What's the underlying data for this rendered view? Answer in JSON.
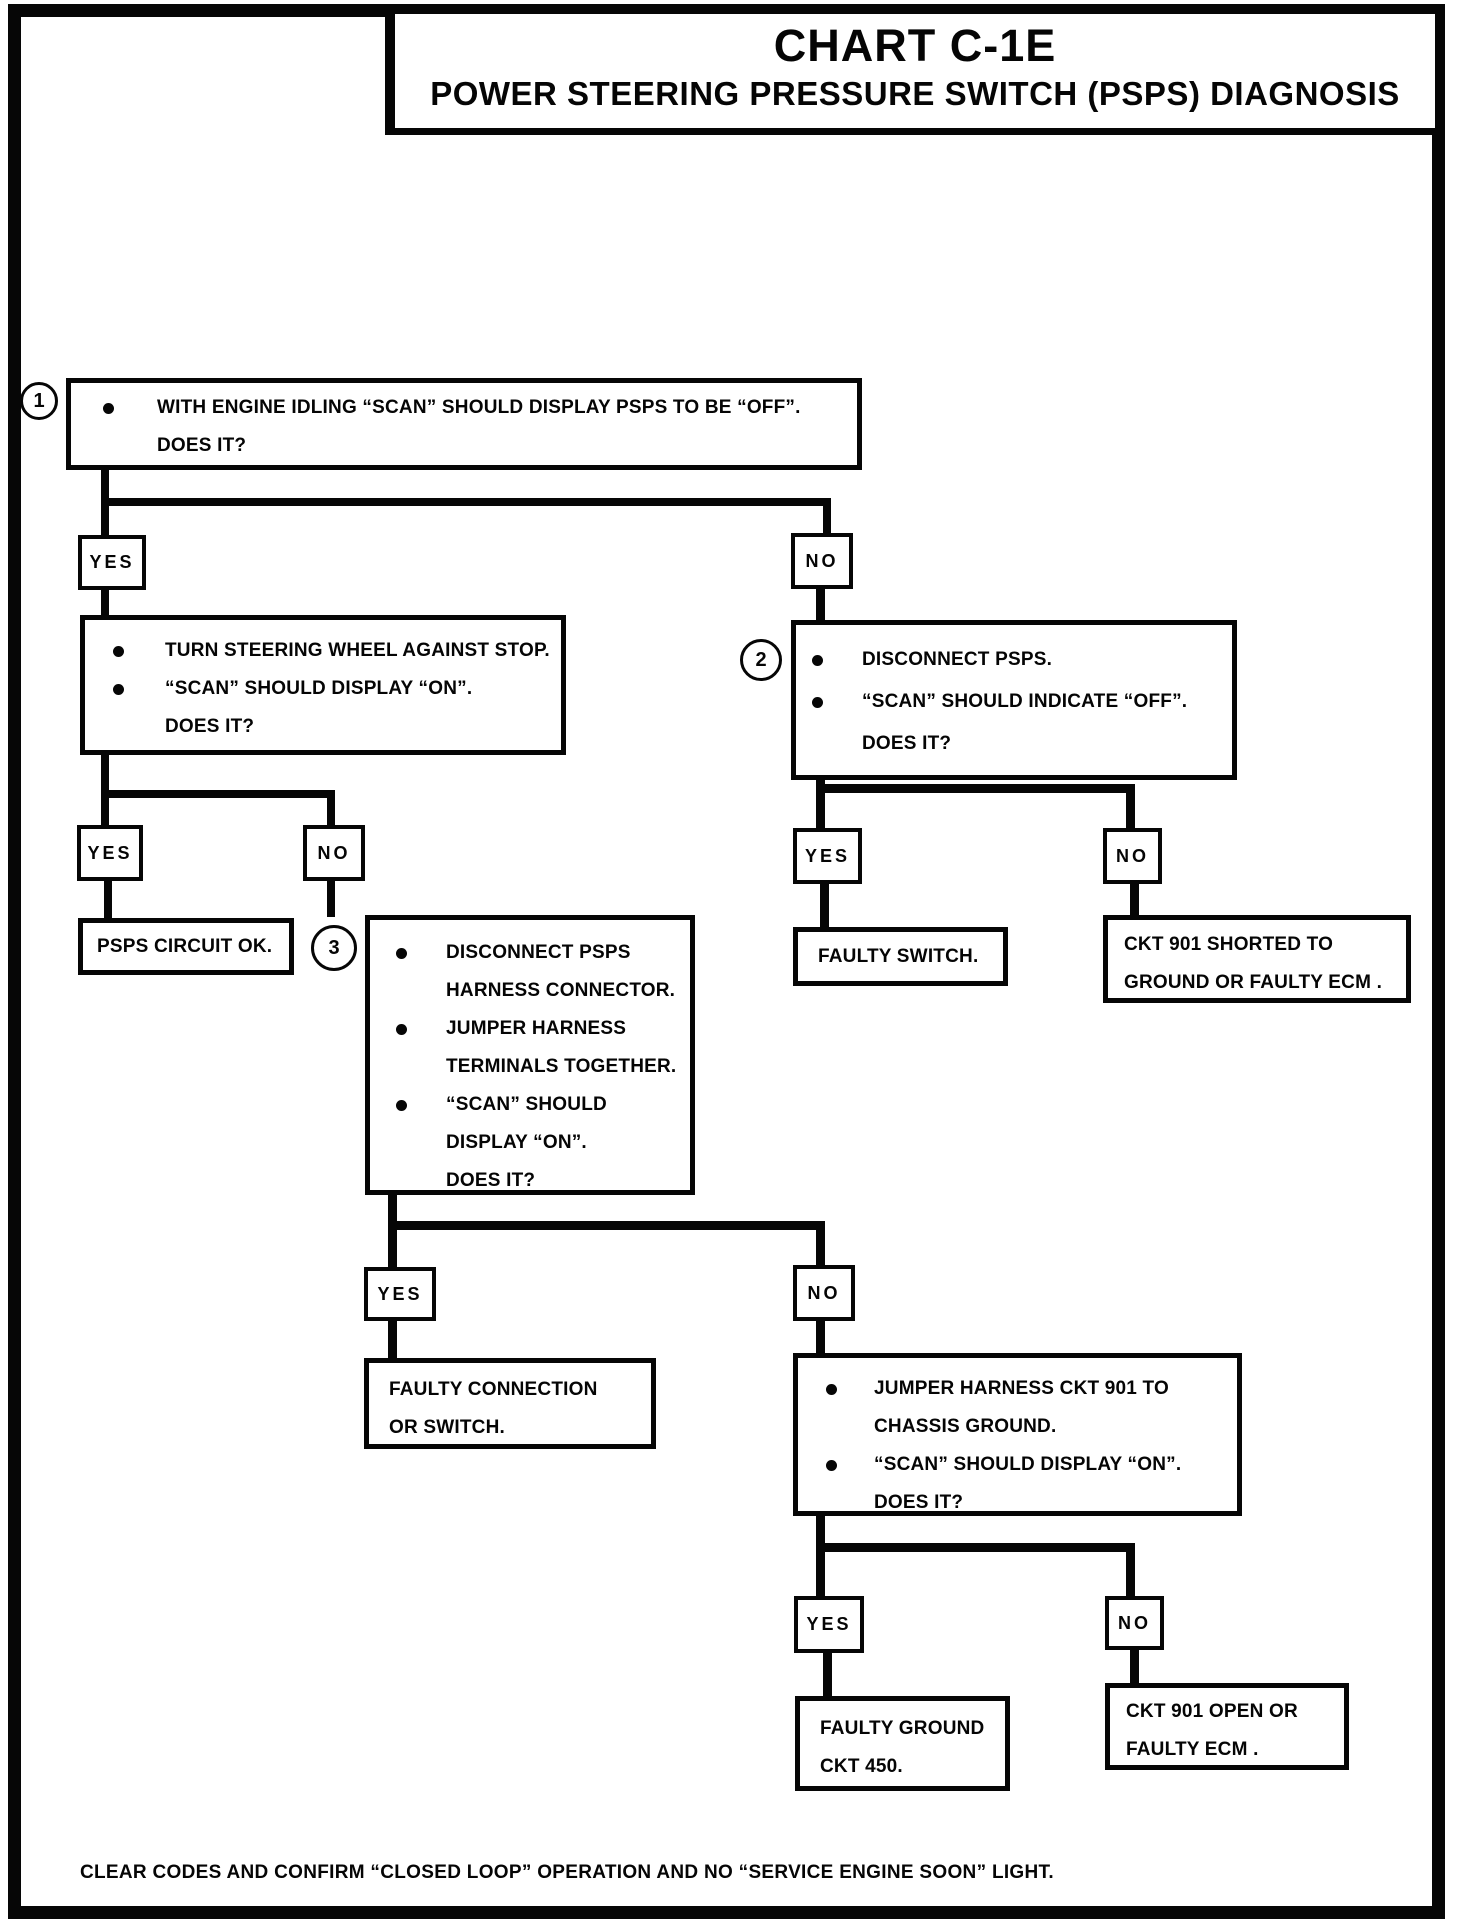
{
  "page": {
    "title": "CHART C-1E",
    "subtitle": "POWER STEERING PRESSURE SWITCH (PSPS) DIAGNOSIS",
    "footer": "CLEAR CODES AND CONFIRM “CLOSED LOOP”  OPERATION AND NO “SERVICE ENGINE SOON” LIGHT."
  },
  "labels": {
    "yes": "YES",
    "no": "NO"
  },
  "steps": {
    "s1": "1",
    "s2": "2",
    "s3": "3"
  },
  "nodes": {
    "engine_idling": {
      "lines": [
        "WITH ENGINE IDLING “SCAN” SHOULD DISPLAY PSPS TO BE “OFF”.",
        "DOES IT?"
      ]
    },
    "turn_wheel": {
      "lines": [
        "TURN STEERING WHEEL AGAINST STOP.",
        "“SCAN” SHOULD DISPLAY “ON”.",
        "DOES IT?"
      ]
    },
    "disconnect_psps": {
      "lines": [
        "DISCONNECT PSPS.",
        "“SCAN” SHOULD INDICATE “OFF”.",
        "DOES IT?"
      ]
    },
    "psps_circuit_ok": {
      "lines": [
        "PSPS CIRCUIT OK."
      ]
    },
    "faulty_switch": {
      "lines": [
        "FAULTY SWITCH."
      ]
    },
    "ckt901_shorted": {
      "lines": [
        "CKT 901 SHORTED TO",
        "GROUND OR FAULTY ECM ."
      ]
    },
    "jumper_terminals": {
      "lines": [
        "DISCONNECT PSPS",
        "HARNESS CONNECTOR.",
        "JUMPER HARNESS",
        "TERMINALS TOGETHER.",
        "“SCAN” SHOULD",
        "DISPLAY “ON”.",
        "DOES IT?"
      ]
    },
    "faulty_connection": {
      "lines": [
        "FAULTY CONNECTION",
        "OR SWITCH."
      ]
    },
    "jumper_ckt901": {
      "lines": [
        "JUMPER HARNESS CKT 901 TO",
        "CHASSIS GROUND.",
        "“SCAN” SHOULD DISPLAY “ON”.",
        "DOES IT?"
      ]
    },
    "faulty_ground": {
      "lines": [
        "FAULTY GROUND",
        "CKT 450."
      ]
    },
    "ckt901_open": {
      "lines": [
        "CKT 901 OPEN OR",
        "FAULTY ECM ."
      ]
    }
  }
}
